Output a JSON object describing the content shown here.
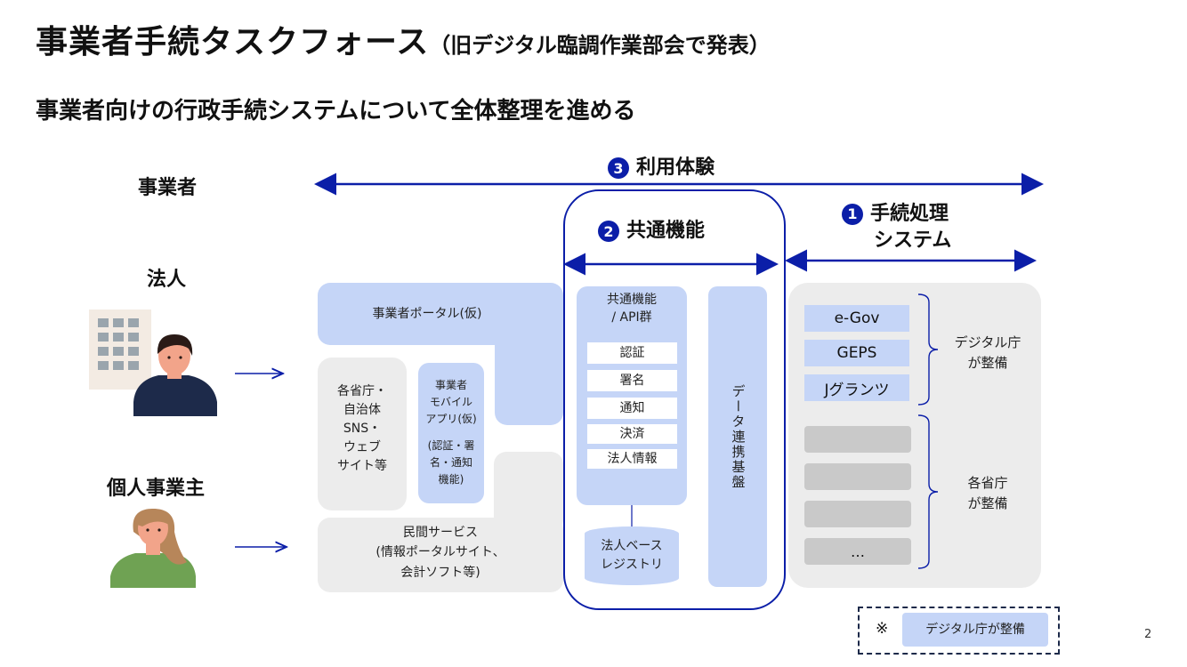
{
  "header": {
    "title": "事業者手続タスクフォース",
    "title_note": "（旧デジタル臨調作業部会で発表）",
    "subtitle": "事業者向けの行政手続システムについて全体整理を進める"
  },
  "actors": {
    "jigyosha": "事業者",
    "hojin": "法人",
    "kojin": "個人事業主"
  },
  "sections": {
    "riyo": {
      "num": "3",
      "label": "利用体験"
    },
    "kyotsu": {
      "num": "2",
      "label": "共通機能"
    },
    "tetsuzuki": {
      "num": "1",
      "label_line1": "手続処理",
      "label_line2": "システム"
    }
  },
  "boxes": {
    "portal": "事業者ポータル(仮)",
    "local_line1": "各省庁・",
    "local_line2": "自治体",
    "local_line3": "SNS・",
    "local_line4": "ウェブ",
    "local_line5": "サイト等",
    "mobile_line1": "事業者",
    "mobile_line2": "モバイル",
    "mobile_line3": "アプリ(仮)",
    "mobile_line4": "(認証・署",
    "mobile_line5": "名・通知",
    "mobile_line6": "機能)",
    "minkan_line1": "民間サービス",
    "minkan_line2": "(情報ポータルサイト、",
    "minkan_line3": "会計ソフト等)",
    "api_line1": "共通機能",
    "api_line2": "/ API群",
    "api_items": [
      "認証",
      "署名",
      "通知",
      "決済",
      "法人情報"
    ],
    "registry_line1": "法人ベース",
    "registry_line2": "レジストリ",
    "data_renkei": "データ連携基盤",
    "systems": [
      "e-Gov",
      "GEPS",
      "Jグランツ"
    ],
    "ministry_more": "…",
    "digital_agency": "デジタル庁",
    "digital_agency2": "が整備",
    "ministries": "各省庁",
    "ministries2": "が整備"
  },
  "legend": {
    "mark": "※",
    "label": "デジタル庁が整備"
  },
  "page_number": "2",
  "colors": {
    "accent": "#0b1ea8",
    "blue_box": "#c5d5f7",
    "gray_box": "#ececec"
  }
}
